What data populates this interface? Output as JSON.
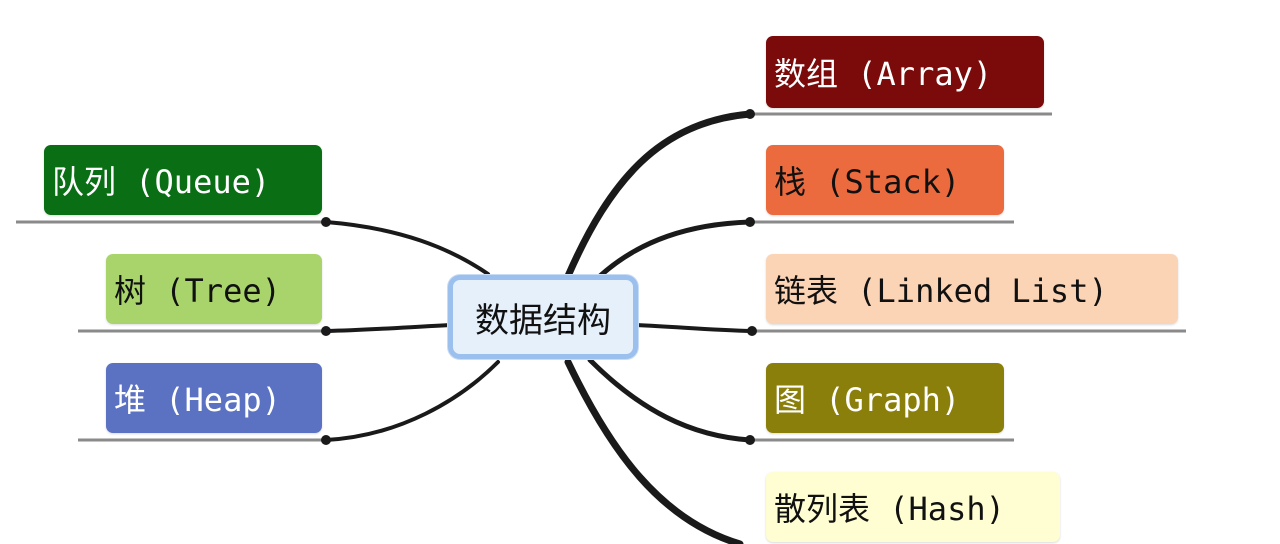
{
  "diagram": {
    "center": {
      "label": "数据结构",
      "fill": "#e6f0fb",
      "border": "#9cc0ee"
    },
    "left_branches": [
      {
        "id": "queue",
        "label": "队列 (Queue)",
        "fill": "#0a6e14",
        "text": "#ffffff"
      },
      {
        "id": "tree",
        "label": "树 (Tree)",
        "fill": "#a9d46b",
        "text": "#111111"
      },
      {
        "id": "heap",
        "label": "堆 (Heap)",
        "fill": "#5b72c2",
        "text": "#ffffff"
      }
    ],
    "right_branches": [
      {
        "id": "array",
        "label": "数组 (Array)",
        "fill": "#7b0a0a",
        "text": "#ffffff"
      },
      {
        "id": "stack",
        "label": "栈 (Stack)",
        "fill": "#ec6b3e",
        "text": "#111111"
      },
      {
        "id": "linked-list",
        "label": "链表 (Linked List)",
        "fill": "#fbd3b5",
        "text": "#111111"
      },
      {
        "id": "graph",
        "label": "图 (Graph)",
        "fill": "#8b7f0b",
        "text": "#ffffff"
      },
      {
        "id": "hash",
        "label": "散列表 (Hash)",
        "fill": "#fefed2",
        "text": "#111111"
      }
    ],
    "colors": {
      "connector": "#1a1a1a",
      "underline": "#8a8a8a"
    }
  }
}
